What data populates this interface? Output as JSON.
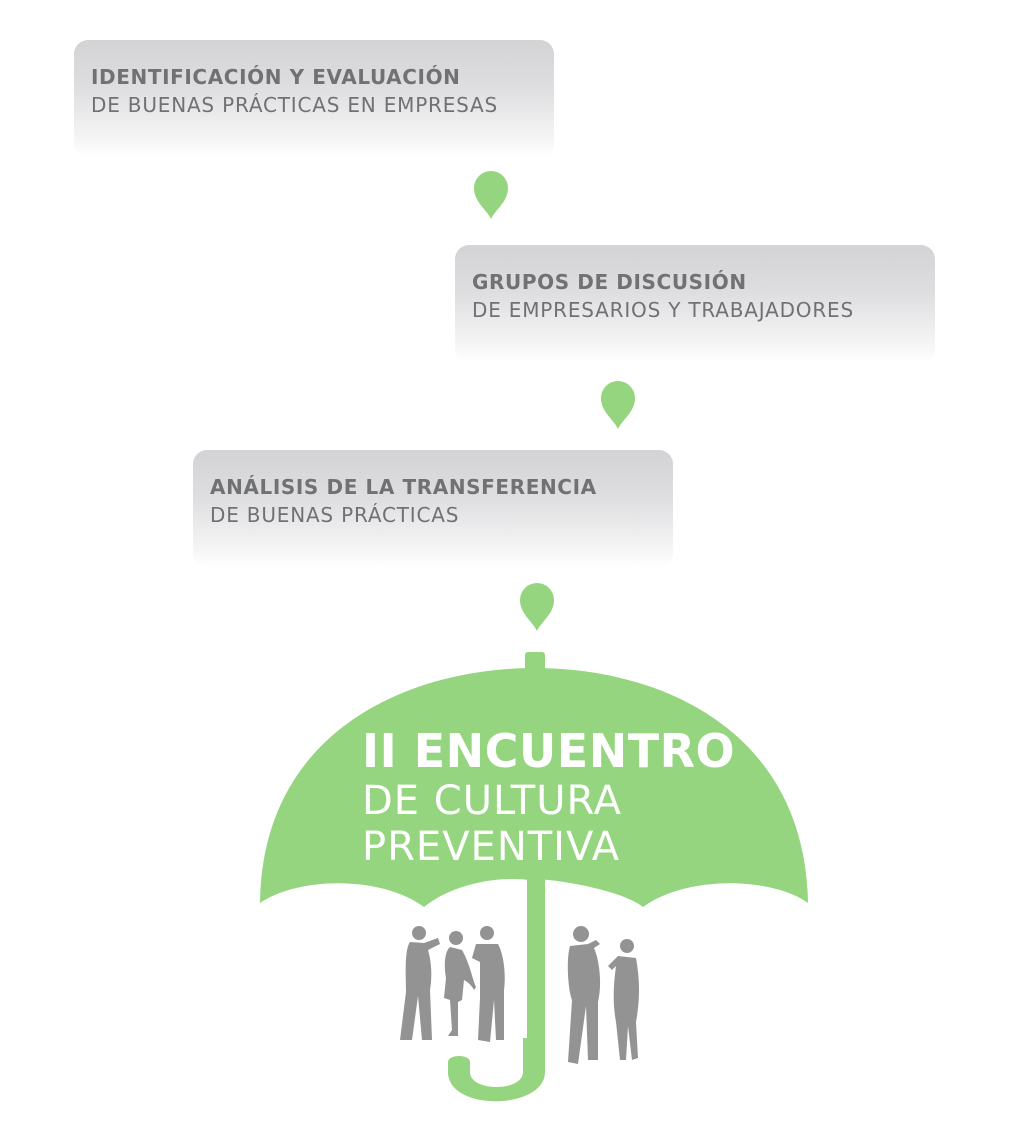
{
  "steps": [
    {
      "title": "IDENTIFICACIÓN Y EVALUACIÓN",
      "subtitle": "DE BUENAS PRÁCTICAS EN EMPRESAS"
    },
    {
      "title": "GRUPOS DE DISCUSIÓN",
      "subtitle": "DE EMPRESARIOS Y TRABAJADORES"
    },
    {
      "title": "ANÁLISIS DE LA TRANSFERENCIA",
      "subtitle": "DE BUENAS PRÁCTICAS"
    }
  ],
  "umbrella": {
    "title": "II ENCUENTRO",
    "subtitle_line1": "DE CULTURA",
    "subtitle_line2": "PREVENTIVA"
  },
  "colors": {
    "accent_green": "#96d580",
    "box_text": "#707174",
    "people_gray": "#939393"
  },
  "icons": {
    "connector": "map-pin-icon",
    "figures": "people-silhouettes-icon"
  }
}
